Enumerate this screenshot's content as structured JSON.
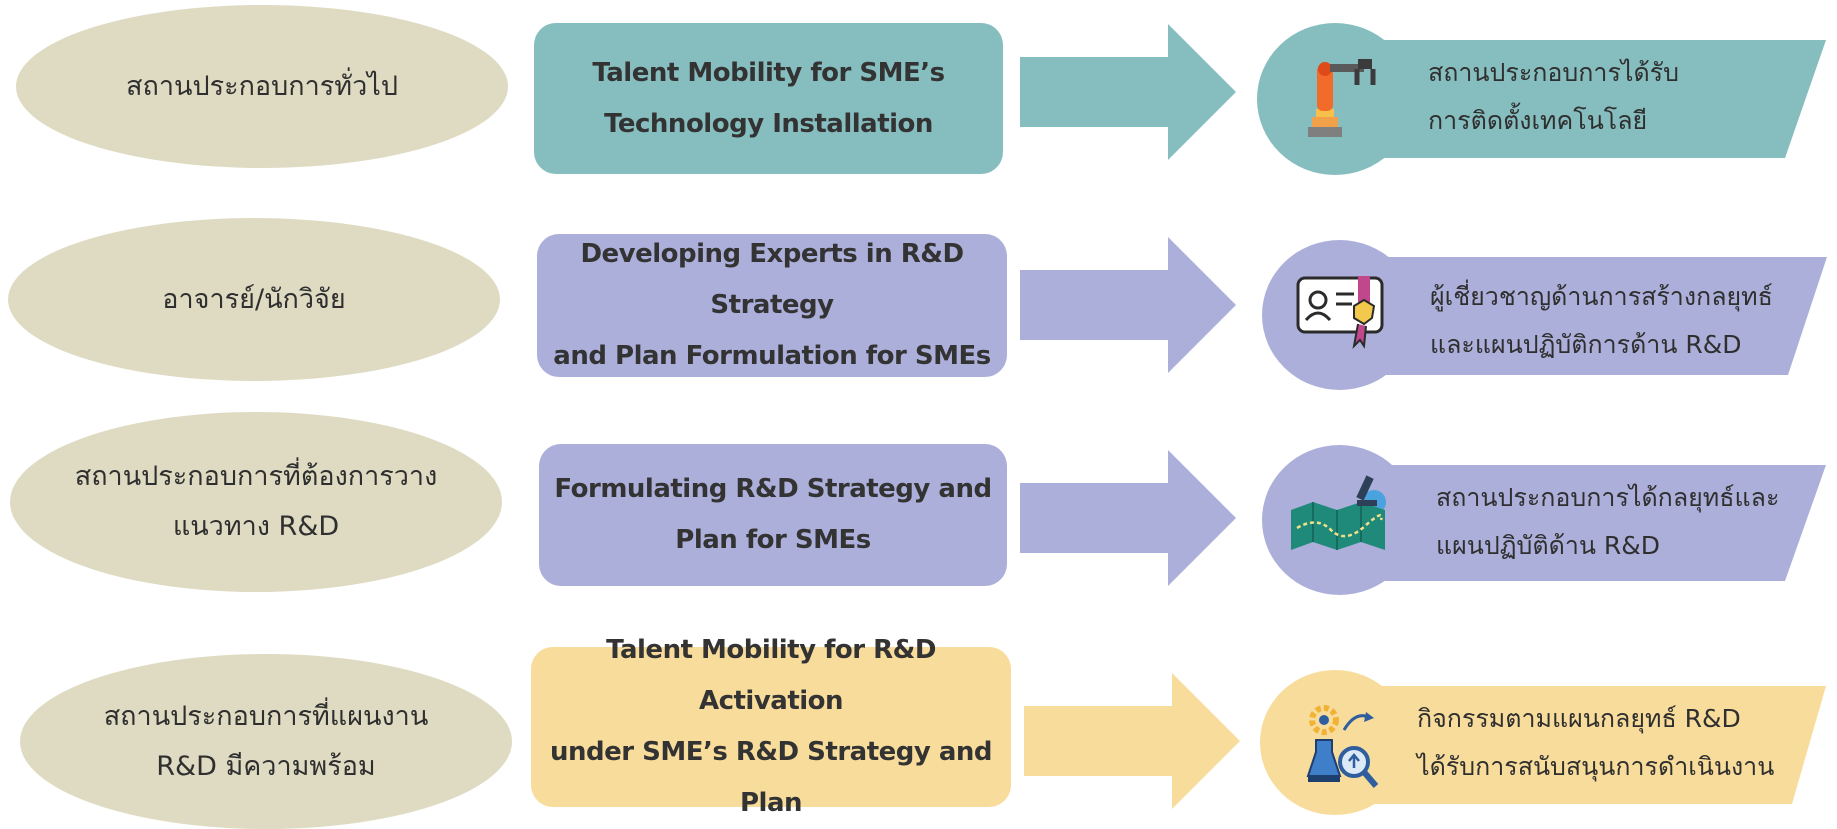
{
  "rows": [
    {
      "target": [
        "สถานประกอบการทั่วไป"
      ],
      "program": [
        "Talent Mobility for SME’s",
        "Technology Installation"
      ],
      "outcome": [
        "สถานประกอบการได้รับ",
        "การติดตั้งเทคโนโลยี"
      ],
      "icon": "robot-arm-icon",
      "color": "#86bdbf"
    },
    {
      "target": [
        "อาจารย์/นักวิจัย"
      ],
      "program": [
        "Developing Experts in R&D Strategy",
        "and Plan Formulation for SMEs"
      ],
      "outcome": [
        "ผู้เชี่ยวชาญด้านการสร้างกลยุทธ์",
        "และแผนปฏิบัติการด้าน R&D"
      ],
      "icon": "certificate-icon",
      "color": "#acafda"
    },
    {
      "target": [
        "สถานประกอบการที่ต้องการวาง",
        "แนวทาง R&D"
      ],
      "program": [
        "Formulating R&D Strategy and",
        "Plan for SMEs"
      ],
      "outcome": [
        "สถานประกอบการได้กลยุทธ์และ",
        "แผนปฏิบัติด้าน R&D"
      ],
      "icon": "map-microscope-icon",
      "color": "#acafda"
    },
    {
      "target": [
        "สถานประกอบการที่แผนงาน",
        "R&D มีความพร้อม"
      ],
      "program": [
        "Talent Mobility for R&D Activation",
        "under SME’s R&D Strategy and Plan"
      ],
      "outcome": [
        "กิจกรรมตามแผนกลยุทธ์ R&D",
        "ได้รับการสนับสนุนการดำเนินงาน"
      ],
      "icon": "research-flask-icon",
      "color": "#f8dc9c"
    }
  ]
}
